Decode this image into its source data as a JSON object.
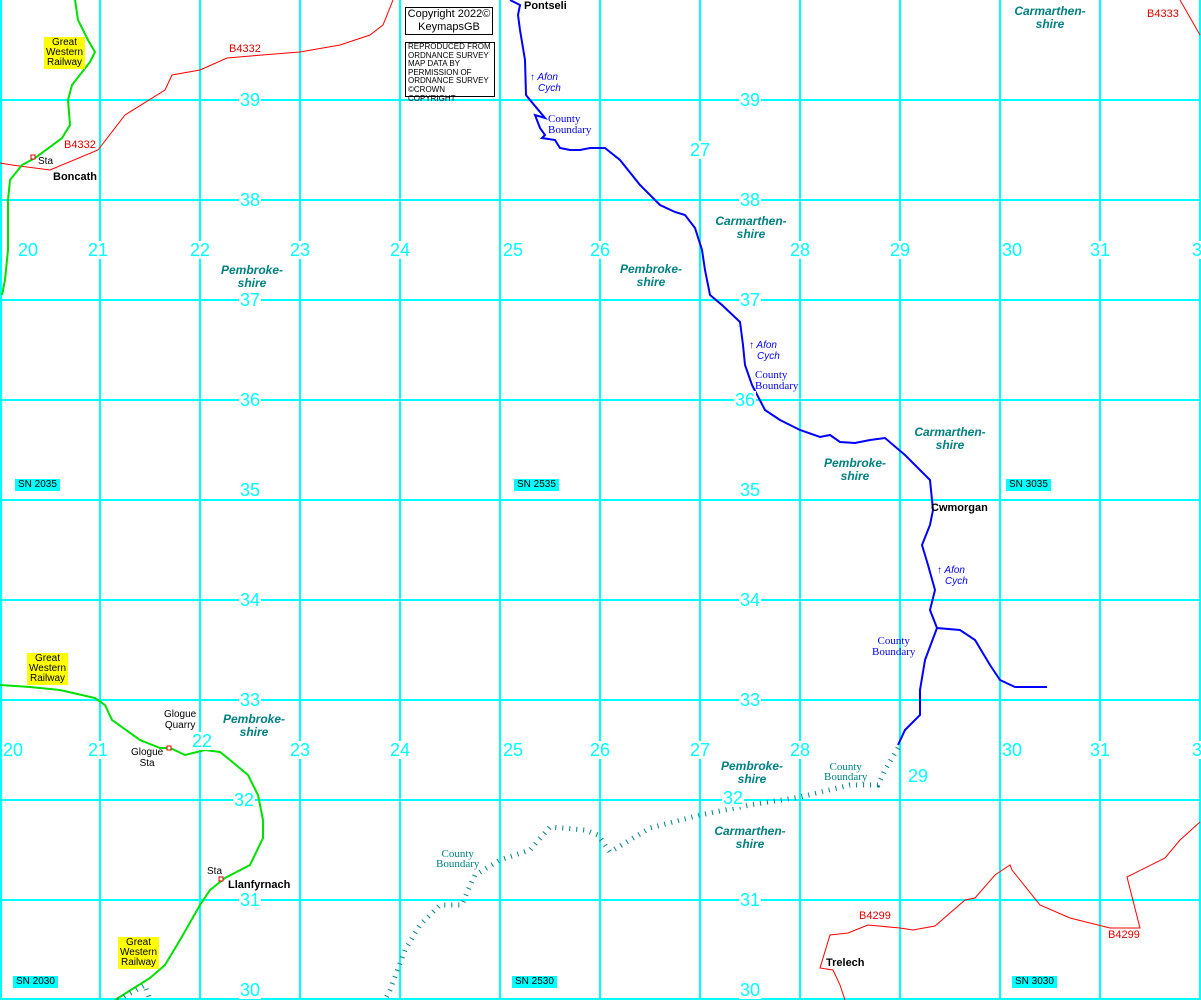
{
  "copyright": {
    "line1": "Copyright 2022©",
    "line2": "KeymapsGB"
  },
  "os_notice": {
    "lines": [
      "REPRODUCED FROM",
      "ORDNANCE SURVEY",
      "MAP DATA BY",
      "PERMISSION OF",
      "ORDNANCE SURVEY",
      "©CROWN COPYRIGHT"
    ]
  },
  "grid": {
    "northings": [
      "39",
      "38",
      "37",
      "36",
      "35",
      "34",
      "33",
      "32",
      "31",
      "30"
    ],
    "eastings": [
      "20",
      "21",
      "22",
      "23",
      "24",
      "25",
      "26",
      "27",
      "28",
      "29",
      "30",
      "31",
      "3"
    ],
    "squares": [
      "SN 2035",
      "SN 2535",
      "SN 3035",
      "SN 2030",
      "SN 2530",
      "SN 3030"
    ]
  },
  "places": {
    "pontseli": "Pontseli",
    "boncath": "Boncath",
    "cwmorgan": "Cwmorgan",
    "llanfyrnach": "Llanfyrnach",
    "trelech": "Trelech",
    "sta": "Sta",
    "glogue_quarry": [
      "Glogue",
      "Quarry"
    ],
    "glogue_sta": [
      "Glogue",
      "Sta"
    ]
  },
  "counties": {
    "pembs": [
      "Pembroke-",
      "shire"
    ],
    "carms": [
      "Carmarthen-",
      "shire"
    ]
  },
  "roads": {
    "b4332": "B4332",
    "b4333": "B4333",
    "b4299": "B4299"
  },
  "river": {
    "name": [
      "Afon",
      "Cych"
    ],
    "arrow": "↑"
  },
  "boundary": [
    "County",
    "Boundary"
  ],
  "railway": [
    "Great",
    "Western",
    "Railway"
  ],
  "colors": {
    "grid": "#00ffff",
    "road": "#ff0000",
    "river": "#0000ff",
    "railway": "#00e000",
    "county": "#008080"
  }
}
